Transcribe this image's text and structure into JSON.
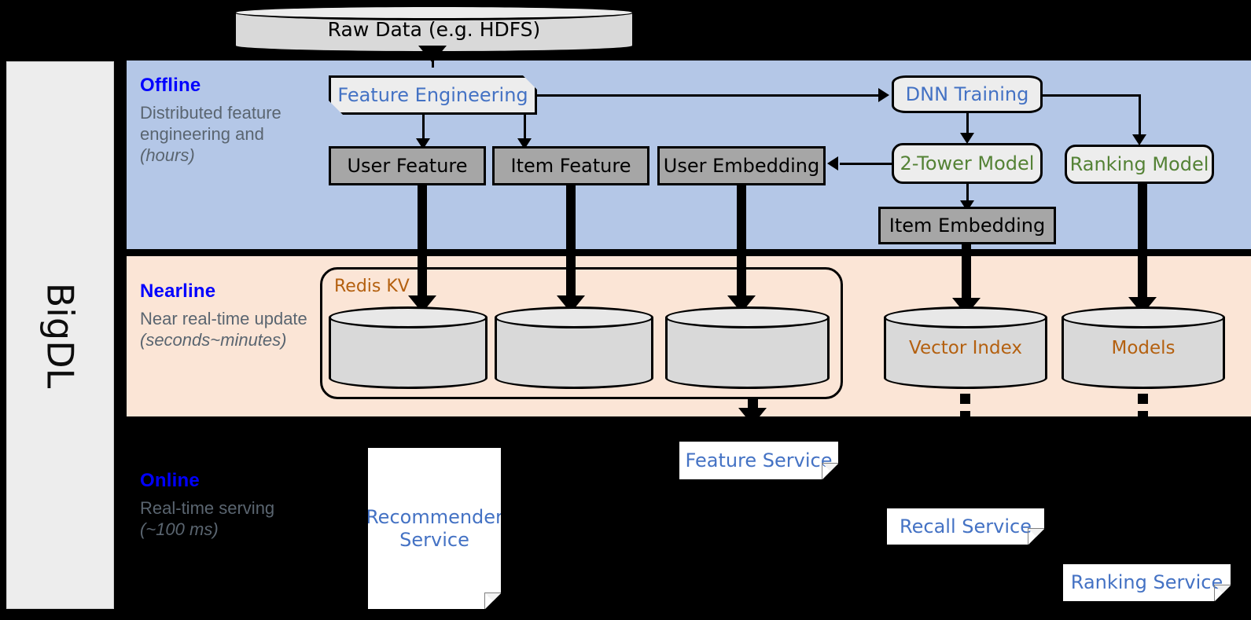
{
  "sidebar": {
    "label": "BigDL"
  },
  "source": {
    "raw_data": "Raw Data (e.g. HDFS)"
  },
  "bands": {
    "offline": {
      "title": "Offline",
      "desc": "Distributed feature engineering and ",
      "desc_em": "(hours)"
    },
    "nearline": {
      "title": "Nearline",
      "desc": "Near real-time update ",
      "desc_em": "(seconds~minutes)"
    },
    "online": {
      "title": "Online",
      "desc": "Real-time serving ",
      "desc_em": "(~100 ms)"
    }
  },
  "offline": {
    "feature_engineering": "Feature Engineering",
    "dnn_training": "DNN Training",
    "user_feature": "User Feature",
    "item_feature": "Item Feature",
    "user_embedding": "User Embedding",
    "two_tower_model": "2-Tower Model",
    "ranking_model": "Ranking Model",
    "item_embedding": "Item Embedding"
  },
  "nearline": {
    "redis_kv": "Redis KV",
    "stores": [
      "",
      "",
      ""
    ],
    "vector_index": "Vector Index",
    "models": "Models"
  },
  "online": {
    "recommender_service": "Recommender Service",
    "feature_service": "Feature Service",
    "recall_service": "Recall Service",
    "ranking_service": "Ranking Service"
  },
  "colors": {
    "offline_band": "#b4c7e7",
    "nearline_band": "#fbe5d6",
    "online_band": "#000000",
    "accent_blue": "#0000ff",
    "text_blue": "#4472c4",
    "text_green": "#548235",
    "text_orange": "#b4600f",
    "gray_box": "#a6a6a6",
    "light_box": "#ededed"
  }
}
